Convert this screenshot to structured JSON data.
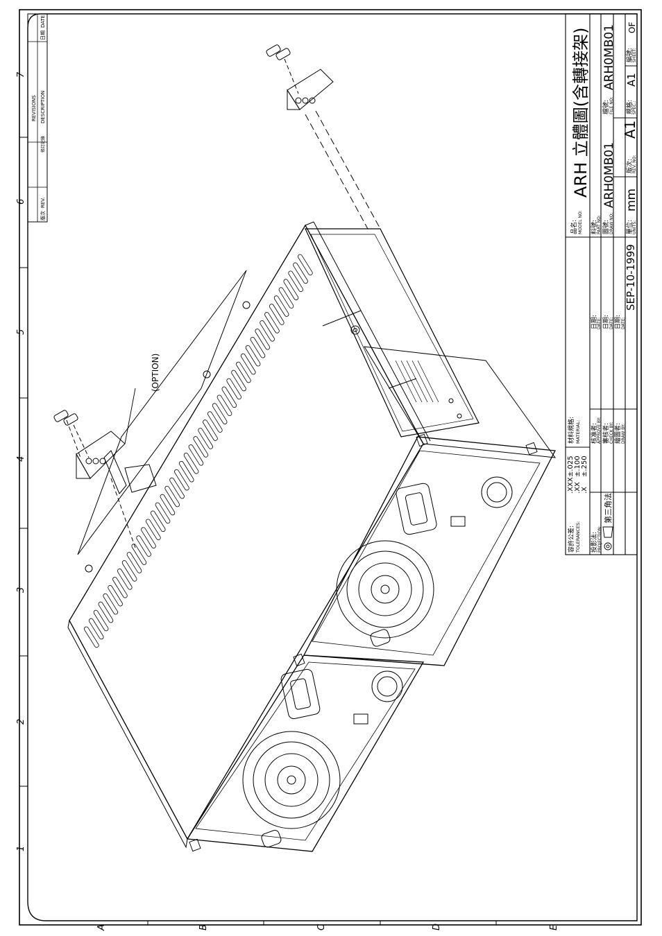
{
  "border": {
    "columns": [
      "1",
      "2",
      "3",
      "4",
      "5",
      "6",
      "7"
    ],
    "rows": [
      "A",
      "B",
      "C",
      "D",
      "E"
    ]
  },
  "revisions": {
    "header": "REVISIONS",
    "rev_col_cn": "版次",
    "rev_col": "REV.",
    "mod_col_cn": "修訂記錄",
    "description_col": "DESCRIPTION",
    "date_col_cn": "日期",
    "date_col": "DATE"
  },
  "drawing": {
    "option_label": "(OPTION)"
  },
  "title_block": {
    "tolerances_cn": "容許公差:",
    "tolerances": "TOLERANCES:",
    "tol_rows": [
      {
        "k": ".XXX",
        "v": "±.025"
      },
      {
        "k": ".XX",
        "v": "±.100"
      },
      {
        "k": ".X",
        "v": "±.250"
      }
    ],
    "projection_cn": "投影法:",
    "projection": "PROJECTION:",
    "projection_method": "第三角法",
    "material_cn": "材料規格:",
    "material": "MATERIAL:",
    "approve_cn": "核准者:",
    "approve": "APPROVE BY:",
    "check_cn": "審核者:",
    "check": "CHECK BY:",
    "draw_cn": "繪圖者:",
    "draw": "DRAW BY:",
    "date_cn": "日期:",
    "date": "DATE:",
    "draw_date": "SEP-10-1999",
    "model_cn": "品名:",
    "model": "MODEL NO:",
    "model_value": "ARH 立體圖(含轉接架)",
    "part_cn": "料號:",
    "part": "PART NO:",
    "drawno_cn": "圖號:",
    "drawno": "DRAW NO:",
    "drawno_value": "ARH0MB01",
    "fileno_cn": "檔號:",
    "fileno": "FILE NO:",
    "fileno_value": "ARH0MB01",
    "units_cn": "單位:",
    "units": "UNITS:",
    "units_value": "mm",
    "rev_cn": "版次:",
    "rev": "REV. NO:",
    "rev_value": "A1",
    "spec_cn": "規格:",
    "spec": "SPEC.:",
    "spec_value": "A1",
    "sheet_cn": "編號:",
    "sheet": "SHEET:",
    "sheet_value": "OF"
  }
}
